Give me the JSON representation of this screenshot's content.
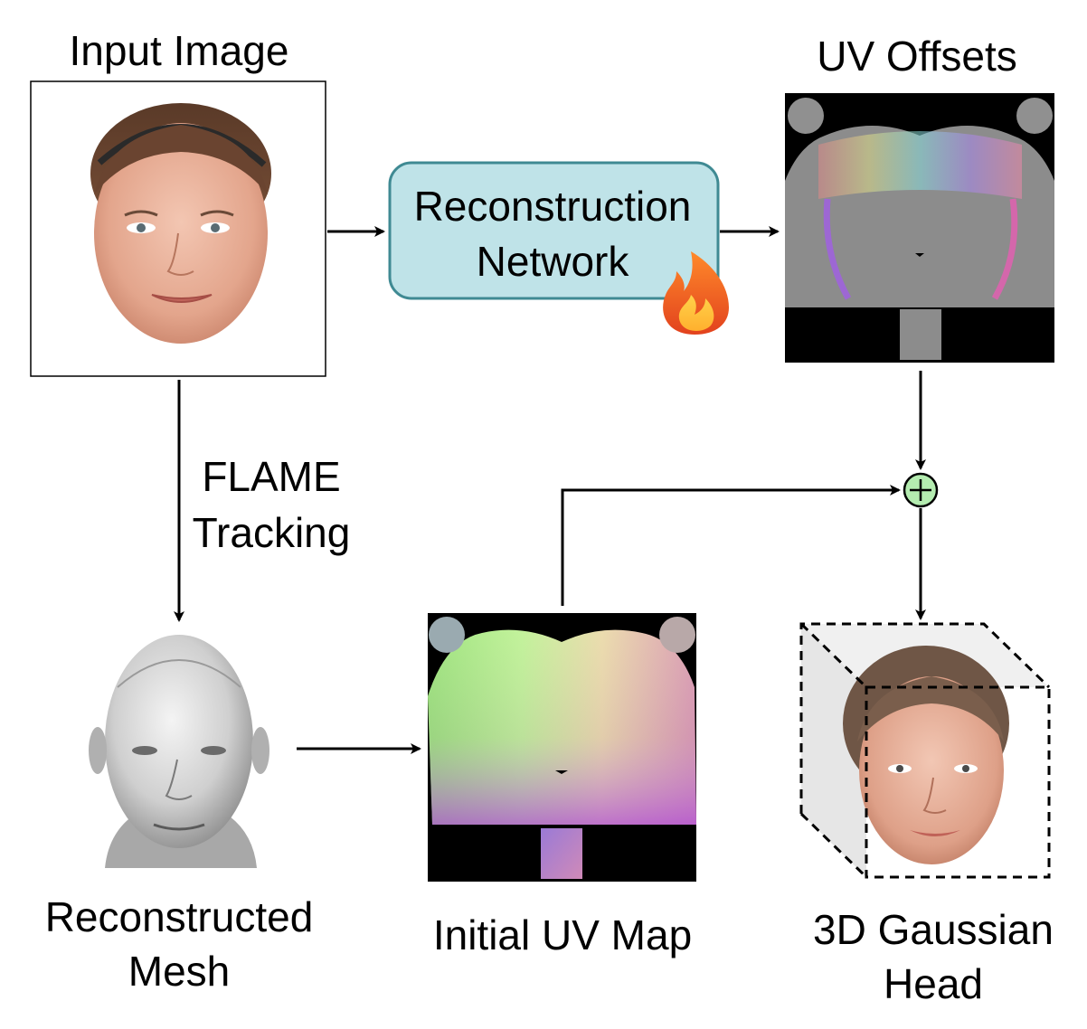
{
  "labels": {
    "input_image": "Input Image",
    "uv_offsets": "UV Offsets",
    "network_line1": "Reconstruction",
    "network_line2": "Network",
    "flame_line1": "FLAME",
    "flame_line2": "Tracking",
    "mesh_line1": "Reconstructed",
    "mesh_line2": "Mesh",
    "initial_uv": "Initial UV Map",
    "head_line1": "3D Gaussian",
    "head_line2": "Head"
  },
  "icons": {
    "trainable": "fire-icon",
    "combine": "plus-circle-icon"
  },
  "colors": {
    "network_fill": "#bfe3e8",
    "network_stroke": "#3f8a93",
    "plus_fill": "#b4ecb0",
    "uv_background": "#000000",
    "offsets_base": "#8c8c8c"
  }
}
